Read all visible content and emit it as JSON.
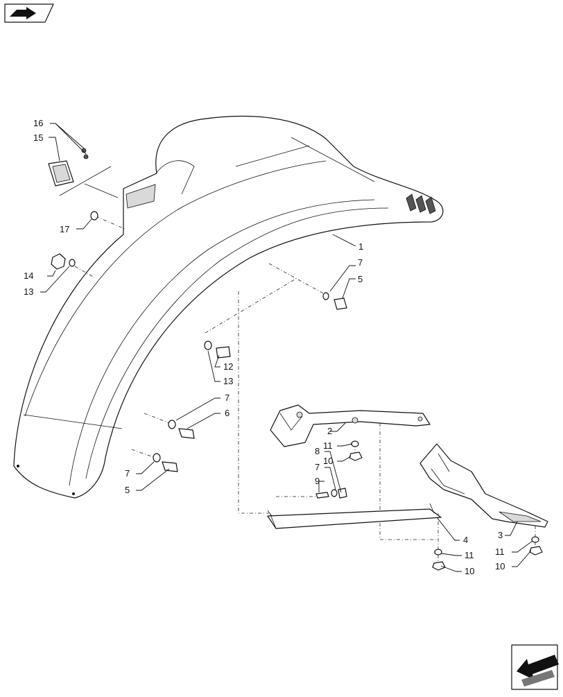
{
  "diagram": {
    "parts": {
      "fender": "1",
      "bracket_front": "2",
      "bracket_rear": "3",
      "support_plate": "4",
      "bolt_upper": "5",
      "bolt_lower_long": "6",
      "washer_flat": "7",
      "pin": "8",
      "spring_pin": "9",
      "nut_flange": "10",
      "washer_small": "11",
      "bolt_small": "12",
      "washer_lock": "13",
      "nut_hex": "14",
      "reflector": "15",
      "screw_reflector": "16",
      "plug": "17"
    }
  },
  "icons": {
    "top_left": "book-arrow-icon",
    "bottom_right": "previous-arrow-icon"
  }
}
